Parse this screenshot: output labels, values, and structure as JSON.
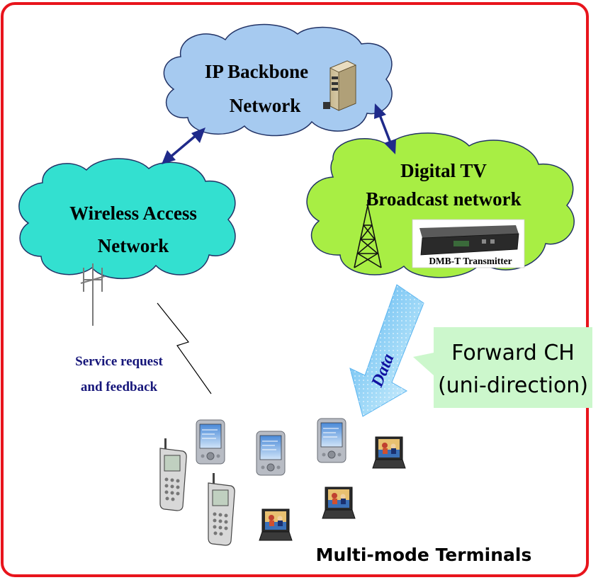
{
  "clouds": {
    "ip_backbone": {
      "line1": "IP Backbone",
      "line2": "Network"
    },
    "wireless_access": {
      "line1": "Wireless Access",
      "line2": "Network"
    },
    "digital_tv": {
      "line1": "Digital TV",
      "line2": "Broadcast network"
    }
  },
  "transmitter_label": "DMB-T Transmitter",
  "data_arrow_label": "Data",
  "service_request": {
    "line1": "Service request",
    "line2": "and feedback"
  },
  "forward_channel": {
    "line1": "Forward CH",
    "line2": "(uni-direction)"
  },
  "terminals_label": "Multi-mode Terminals",
  "colors": {
    "frame": "#e8141c",
    "ip_cloud": "#a6caf0",
    "wireless_cloud": "#33e0d0",
    "tv_cloud": "#a8ee44",
    "arrow": "#1f2a8a",
    "service_text": "#16167a",
    "callout": "#ccf7cc"
  },
  "icons": [
    "server-icon",
    "antenna-tower-icon",
    "lattice-tower-icon",
    "dmb-transmitter-icon",
    "pda-icon",
    "mobile-phone-icon",
    "laptop-icon"
  ]
}
